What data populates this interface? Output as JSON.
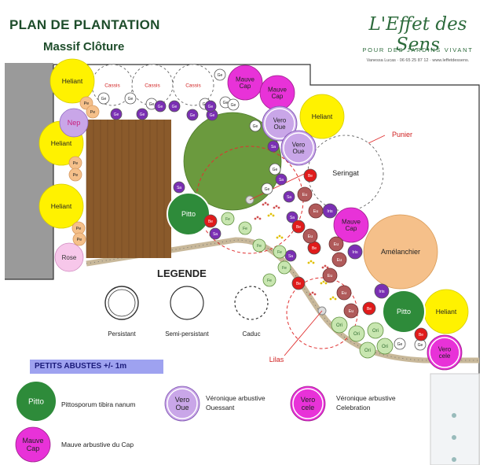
{
  "header": {
    "title": "PLAN DE PLANTATION",
    "subtitle": "Massif Clôture",
    "brand": "L'Effet des Sens",
    "tagline": "POUR DES JARDINS VIVANT",
    "contact": "Vanessa Lucas · 06 65 25 87 12 · www.leffetdessens."
  },
  "colors": {
    "yellow": "#fff200",
    "magenta": "#e832d8",
    "lilac": "#c9a6e8",
    "green": "#2e8b3a",
    "peach": "#f5c08a",
    "purple": "#7a2fb3",
    "red": "#e01b1b",
    "brown": "#b05a5a",
    "pale_green": "#c8e6b0",
    "lawn": "#6b9a3e",
    "deck": "#8a5a2b",
    "path": "#c8b89a"
  },
  "plants": {
    "heliant": "Heliant",
    "nep": "Nep",
    "rose": "Rose",
    "cassis": "Cassis",
    "mauve_cap": [
      "Mauve",
      "Cap"
    ],
    "vero_oue": [
      "Vero",
      "Oue"
    ],
    "vero_cele": [
      "Vero",
      "cele"
    ],
    "pitto": "Pitto",
    "seringat": "Seringat",
    "amelanchier": "Amélanchier",
    "pe": "Pe",
    "ge": "Ge",
    "sa": "Sa",
    "be": "Be",
    "eu": "Eu",
    "fe": "Fe",
    "iris": "Iris",
    "ori": "Ori"
  },
  "annotations": {
    "punier": "Punier",
    "lilas": "Lilas"
  },
  "legend": {
    "title": "LEGENDE",
    "persistant": "Persistant",
    "semi_persistant": "Semi-persistant",
    "caduc": "Caduc"
  },
  "section": {
    "title": "PETITS ABUSTES +/- 1m",
    "items": [
      {
        "desc": "Pittosporum tibira nanum"
      },
      {
        "desc": "Véronique arbustive Ouessant"
      },
      {
        "desc": "Véronique arbustive Celebration"
      },
      {
        "desc": "Mauve arbustive du Cap"
      }
    ]
  }
}
